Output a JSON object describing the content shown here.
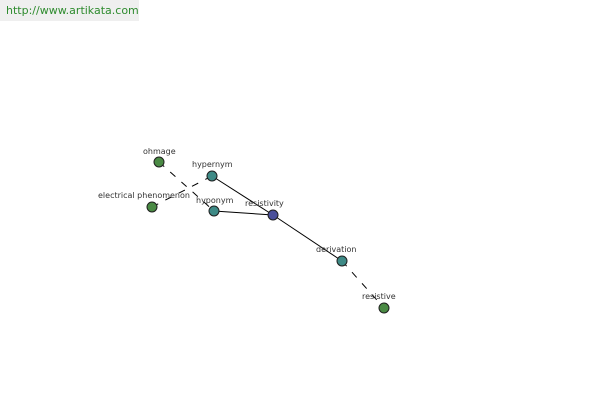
{
  "source_url": "http://www.artikata.com",
  "colors": {
    "center_node": "#4a4f9a",
    "relation_node": "#3e8a86",
    "term_node": "#4a8a44"
  },
  "nodes": {
    "resistivity": "resistivity",
    "hypernym": "hypernym",
    "hyponym": "hyponym",
    "derivation": "derivation",
    "ohmage": "ohmage",
    "electrical_phenomenon": "electrical phenomenon",
    "resistive": "resistive"
  }
}
